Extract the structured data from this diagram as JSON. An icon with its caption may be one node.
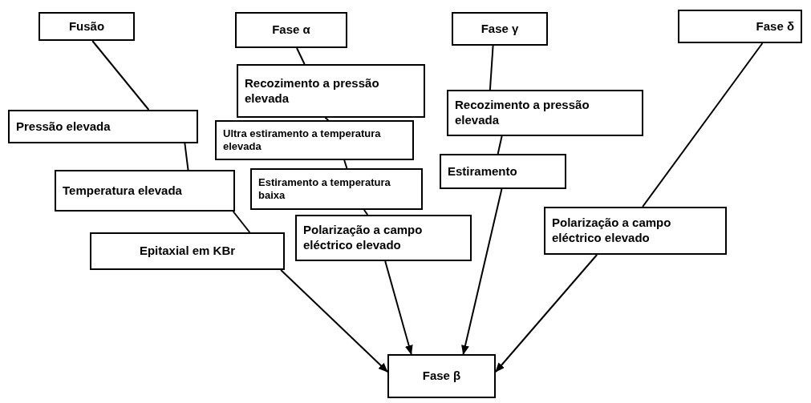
{
  "diagram": {
    "nodes": [
      {
        "text": [
          "Fusão"
        ]
      },
      {
        "text": [
          "Fase α"
        ]
      },
      {
        "text": [
          "Fase γ"
        ]
      },
      {
        "text": [
          "Fase δ"
        ]
      },
      {
        "text": [
          "Pressão elevada"
        ]
      },
      {
        "text": [
          "Temperatura elevada"
        ]
      },
      {
        "text": [
          "Epitaxial em KBr"
        ]
      },
      {
        "text": [
          "Recozimento a pressão elevada"
        ]
      },
      {
        "text": [
          "Ultra estiramento a temperatura elevada"
        ]
      },
      {
        "text": [
          "Estiramento a temperatura baixa"
        ]
      },
      {
        "text": [
          "Polarização a campo eléctrico elevado"
        ]
      },
      {
        "text": [
          "Recozimento a pressão elevada"
        ]
      },
      {
        "text": [
          "Estiramento"
        ]
      },
      {
        "text": [
          "Polarização a campo eléctrico elevado"
        ]
      },
      {
        "text": [
          "Fase β"
        ]
      }
    ],
    "edges": [
      {
        "from": 0,
        "to": 4,
        "arrow": "none"
      },
      {
        "from": 4,
        "to": 5,
        "arrow": "none"
      },
      {
        "from": 5,
        "to": 6,
        "arrow": "none"
      },
      {
        "from": 6,
        "to": 14,
        "arrow": "to"
      },
      {
        "from": 1,
        "to": 7,
        "arrow": "none"
      },
      {
        "from": 7,
        "to": 8,
        "arrow": "none"
      },
      {
        "from": 8,
        "to": 9,
        "arrow": "none"
      },
      {
        "from": 9,
        "to": 10,
        "arrow": "none"
      },
      {
        "from": 10,
        "to": 14,
        "arrow": "to"
      },
      {
        "from": 2,
        "to": 11,
        "arrow": "none"
      },
      {
        "from": 11,
        "to": 12,
        "arrow": "none"
      },
      {
        "from": 12,
        "to": 14,
        "arrow": "to"
      },
      {
        "from": 3,
        "to": 13,
        "arrow": "none"
      },
      {
        "from": 13,
        "to": 14,
        "arrow": "to"
      }
    ]
  }
}
